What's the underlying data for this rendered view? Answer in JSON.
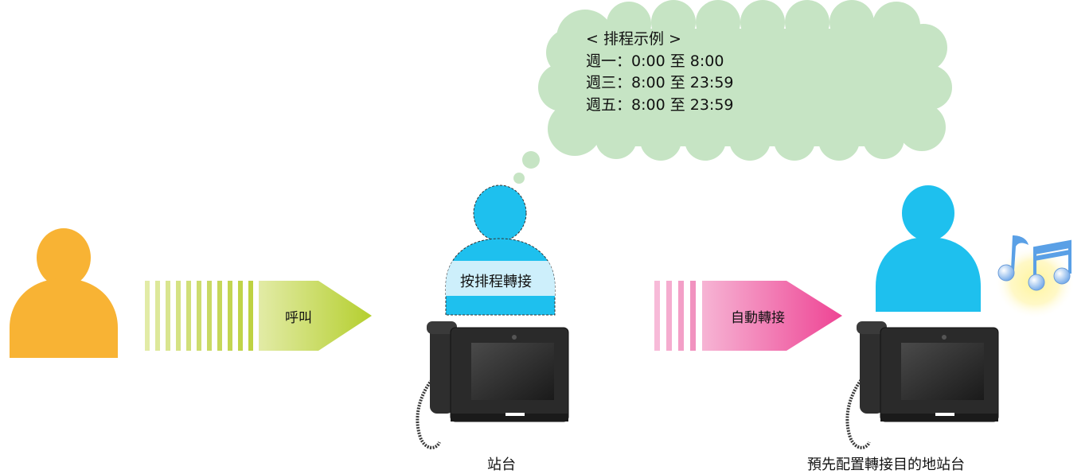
{
  "schedule": {
    "title": "< 排程示例 >",
    "lines": [
      "週一：0:00 至 8:00",
      "週三：8:00 至 23:59",
      "週五：8:00 至 23:59"
    ]
  },
  "caller": {
    "color": "#F8B334"
  },
  "call_arrow": {
    "label": "呼叫",
    "color": "#BFD641"
  },
  "schedule_person": {
    "label": "按排程轉接",
    "color": "#1EC0EE"
  },
  "auto_arrow": {
    "label": "自動轉接",
    "color": "#EE4D95"
  },
  "station_label": "站台",
  "destination_label": "預先配置轉接目的地站台",
  "destination_person": {
    "color": "#1EC0EE"
  },
  "music": {
    "color": "#5AA0E6"
  }
}
